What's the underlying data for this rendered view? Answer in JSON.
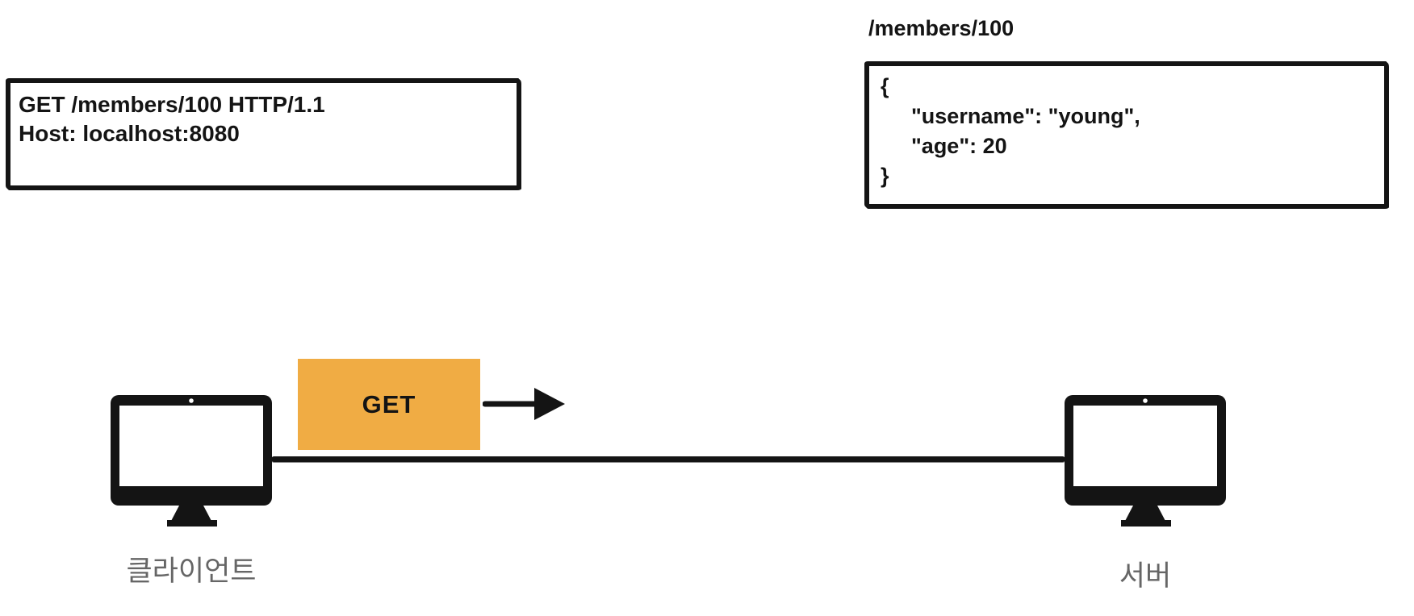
{
  "colors": {
    "ink": "#141414",
    "method_fill": "#F0AC44",
    "label_gray": "#666666",
    "background": "#FFFFFF"
  },
  "request_box": {
    "lines": [
      "GET /members/100 HTTP/1.1",
      "Host: localhost:8080"
    ]
  },
  "response_box": {
    "title": "/members/100",
    "json_lines": [
      "{",
      "\"username\": \"young\",",
      "\"age\": 20",
      "}"
    ]
  },
  "method_box": {
    "label": "GET"
  },
  "nodes": {
    "client": {
      "label": "클라이언트"
    },
    "server": {
      "label": "서버"
    }
  },
  "icons": {
    "client": "monitor-icon",
    "server": "monitor-icon",
    "flow": "arrow-right-icon"
  }
}
